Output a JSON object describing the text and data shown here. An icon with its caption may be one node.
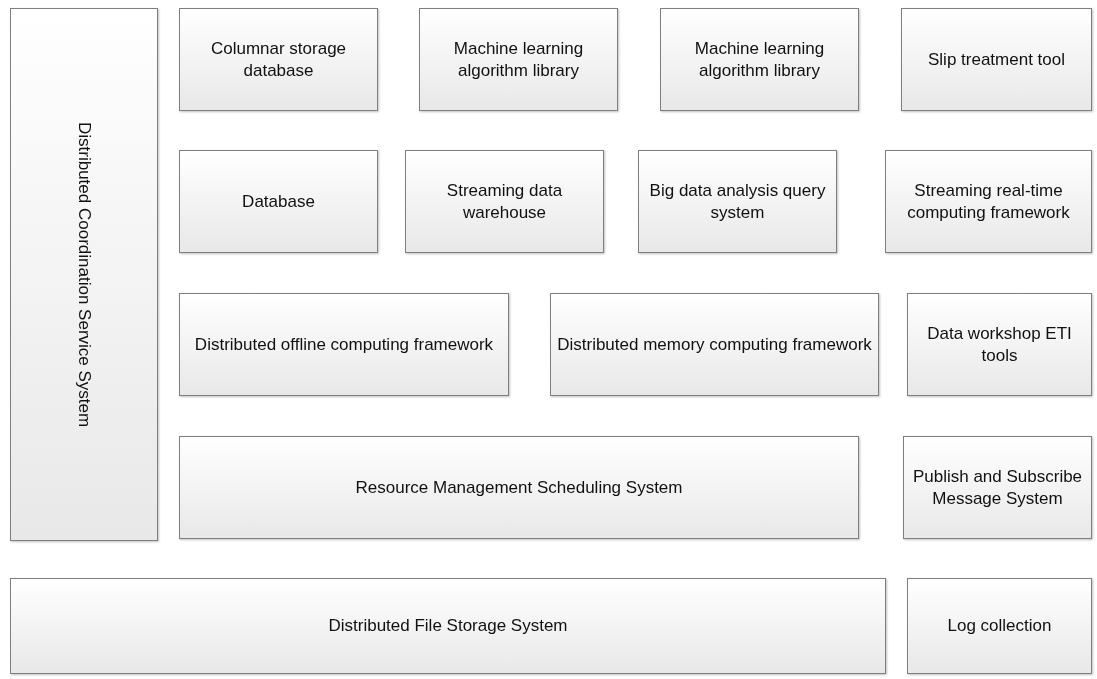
{
  "diagram": {
    "nodes": [
      {
        "text": [
          "Distributed Coordination Service System"
        ]
      },
      {
        "text": [
          "Columnar storage database"
        ]
      },
      {
        "text": [
          "Machine learning algorithm library"
        ]
      },
      {
        "text": [
          "Machine learning algorithm library"
        ]
      },
      {
        "text": [
          "Slip treatment tool"
        ]
      },
      {
        "text": [
          "Database"
        ]
      },
      {
        "text": [
          "Streaming data warehouse"
        ]
      },
      {
        "text": [
          "Big data analysis query system"
        ]
      },
      {
        "text": [
          "Streaming real-time computing framework"
        ]
      },
      {
        "text": [
          "Distributed offline computing framework"
        ]
      },
      {
        "text": [
          "Distributed memory computing framework"
        ]
      },
      {
        "text": [
          "Data workshop ETI tools"
        ]
      },
      {
        "text": [
          "Resource Management Scheduling System"
        ]
      },
      {
        "text": [
          "Publish and Subscribe Message System"
        ]
      },
      {
        "text": [
          "Distributed File Storage System"
        ]
      },
      {
        "text": [
          "Log collection"
        ]
      }
    ]
  }
}
